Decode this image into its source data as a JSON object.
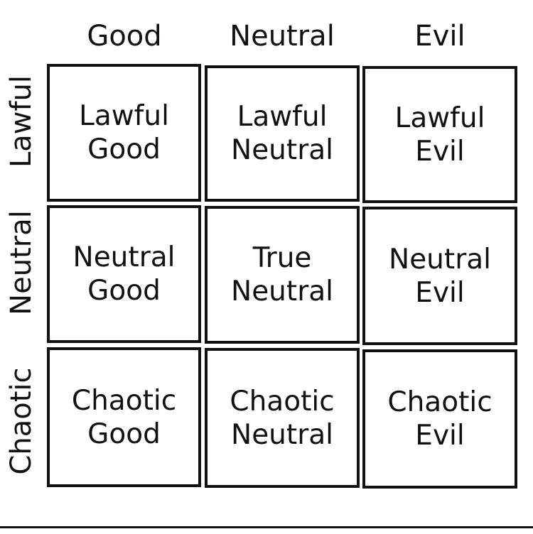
{
  "columns": [
    "Good",
    "Neutral",
    "Evil"
  ],
  "rows": [
    "Lawful",
    "Neutral",
    "Chaotic"
  ],
  "cells": [
    [
      {
        "line1": "Lawful",
        "line2": "Good"
      },
      {
        "line1": "Lawful",
        "line2": "Neutral"
      },
      {
        "line1": "Lawful",
        "line2": "Evil"
      }
    ],
    [
      {
        "line1": "Neutral",
        "line2": "Good"
      },
      {
        "line1": "True",
        "line2": "Neutral"
      },
      {
        "line1": "Neutral",
        "line2": "Evil"
      }
    ],
    [
      {
        "line1": "Chaotic",
        "line2": "Good"
      },
      {
        "line1": "Chaotic",
        "line2": "Neutral"
      },
      {
        "line1": "Chaotic",
        "line2": "Evil"
      }
    ]
  ]
}
